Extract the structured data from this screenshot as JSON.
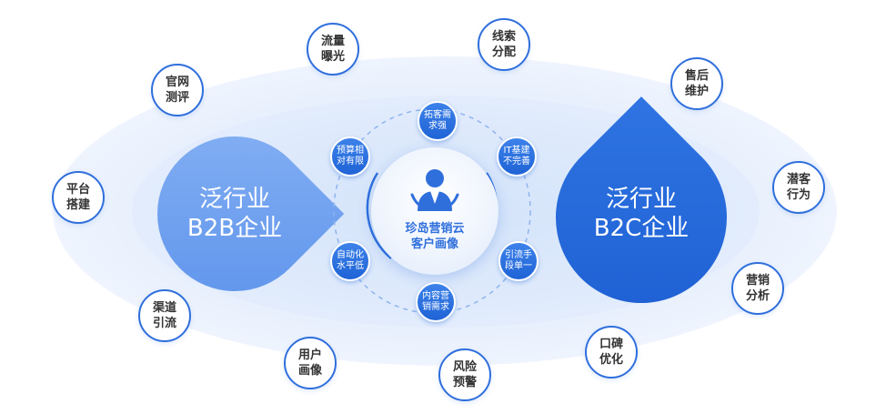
{
  "center": {
    "label_line1": "珍岛营销云",
    "label_line2": "客户画像"
  },
  "left_drop": {
    "line1": "泛行业",
    "line2": "B2B企业"
  },
  "right_drop": {
    "line1": "泛行业",
    "line2": "B2C企业"
  },
  "pain_points": [
    {
      "id": "top",
      "text": "拓客需求强"
    },
    {
      "id": "upper-left",
      "text": "预算相对有限"
    },
    {
      "id": "upper-right",
      "text": "IT基建不完善"
    },
    {
      "id": "lower-left",
      "text": "自动化水平低"
    },
    {
      "id": "lower-right",
      "text": "引流手段单一"
    },
    {
      "id": "bottom",
      "text": "内容营销需求"
    }
  ],
  "capabilities": [
    {
      "id": "liuliang",
      "text": "流量曝光"
    },
    {
      "id": "xiansuo",
      "text": "线索分配"
    },
    {
      "id": "guanwang",
      "text": "官网测评"
    },
    {
      "id": "shouhou",
      "text": "售后维护"
    },
    {
      "id": "pingtai",
      "text": "平台搭建"
    },
    {
      "id": "qianke",
      "text": "潜客行为"
    },
    {
      "id": "qudao",
      "text": "渠道引流"
    },
    {
      "id": "yingxiao",
      "text": "营销分析"
    },
    {
      "id": "yonghu",
      "text": "用户画像"
    },
    {
      "id": "koubei",
      "text": "口碑优化"
    },
    {
      "id": "fengxian",
      "text": "风险预警"
    }
  ],
  "colors": {
    "primary": "#2f6fdc",
    "left_drop": "#6b9eef",
    "right_drop": "#1f63d6",
    "halo": "#e3edfc"
  },
  "icons": {
    "center": "customer-person-icon"
  }
}
